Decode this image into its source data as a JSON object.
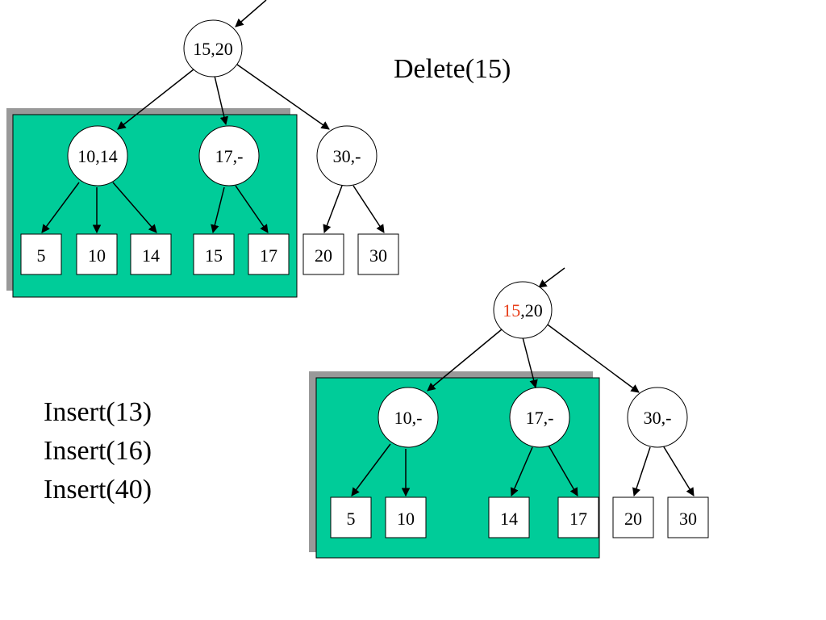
{
  "operations": {
    "delete": "Delete(15)",
    "inserts": [
      "Insert(13)",
      "Insert(16)",
      "Insert(40)"
    ]
  },
  "colors": {
    "panel": "#00cc99",
    "shadow": "#999999",
    "highlight": "#e8401c",
    "stroke": "#000000"
  },
  "tree_before": {
    "root": "15,20",
    "internal": [
      "10,14",
      "17,-",
      "30,-"
    ],
    "leaves": [
      "5",
      "10",
      "14",
      "15",
      "17",
      "20",
      "30"
    ]
  },
  "tree_after": {
    "root_highlight": "15",
    "root_rest": ",20",
    "internal": [
      "10,-",
      "17,-",
      "30,-"
    ],
    "leaves": [
      "5",
      "10",
      "14",
      "17",
      "20",
      "30"
    ]
  }
}
